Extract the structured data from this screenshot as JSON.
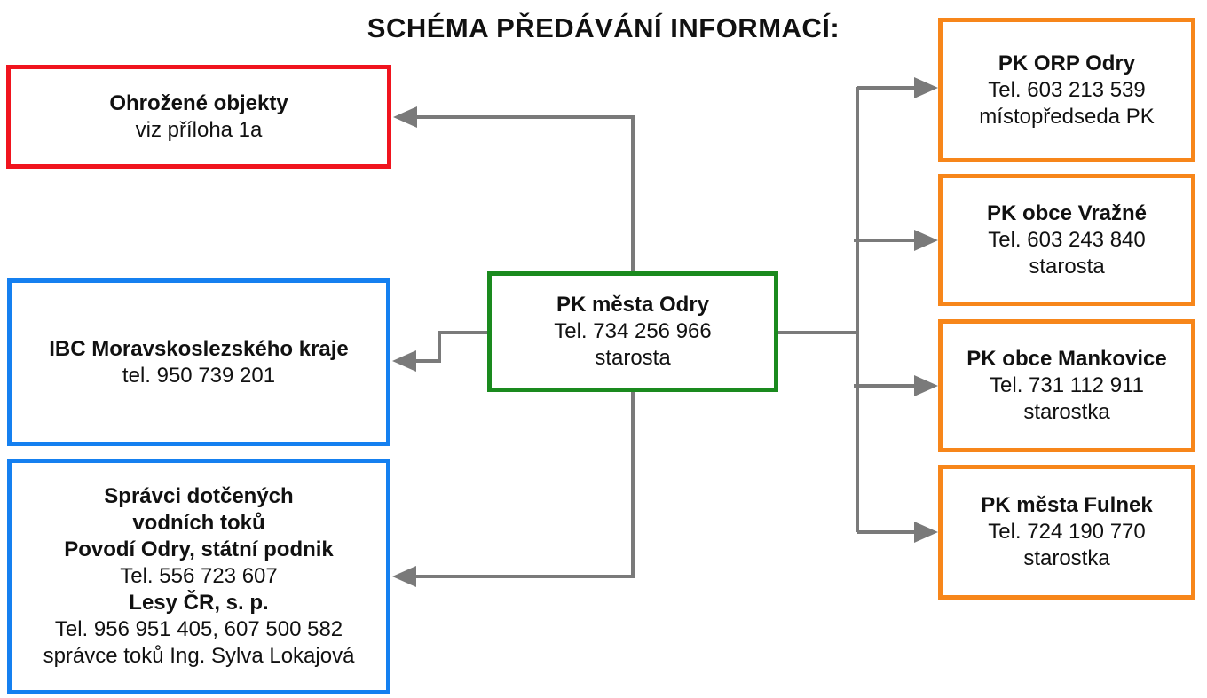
{
  "title": "SCHÉMA PŘEDÁVÁNÍ INFORMACÍ:",
  "center": {
    "name": "PK města Odry",
    "tel": "Tel. 734 256 966",
    "role": "starosta"
  },
  "left": {
    "threatened": {
      "name": "Ohrožené objekty",
      "note": "viz příloha 1a"
    },
    "ibc": {
      "name": "IBC Moravskoslezského kraje",
      "tel": "tel. 950 739 201"
    },
    "rivers": {
      "line1": "Správci dotčených",
      "line2": "vodních toků",
      "org1": "Povodí Odry, státní podnik",
      "tel1": "Tel. 556 723 607",
      "org2": "Lesy ČR, s. p.",
      "tel2": "Tel. 956 951 405, 607 500 582",
      "contact": "správce toků Ing. Sylva Lokajová"
    }
  },
  "right": [
    {
      "name": "PK ORP Odry",
      "tel": "Tel. 603 213 539",
      "role": "místopředseda PK"
    },
    {
      "name": "PK obce Vražné",
      "tel": "Tel. 603 243 840",
      "role": "starosta"
    },
    {
      "name": "PK obce Mankovice",
      "tel": "Tel. 731 112 911",
      "role": "starostka"
    },
    {
      "name": "PK města Fulnek",
      "tel": "Tel. 724 190 770",
      "role": "starostka"
    }
  ],
  "colors": {
    "threatened": "#f0141e",
    "authority": "#1580f0",
    "center": "#1a8a1e",
    "municipality": "#f7861a",
    "connector": "#7a7a7a"
  }
}
